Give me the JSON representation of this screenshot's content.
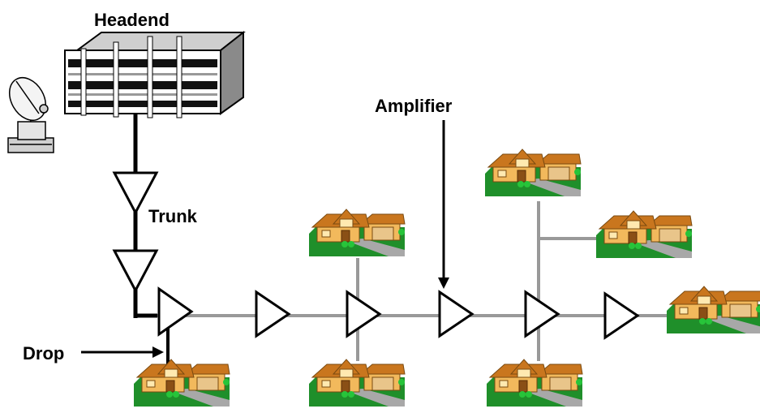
{
  "labels": {
    "headend": "Headend",
    "trunk": "Trunk",
    "amplifier": "Amplifier",
    "drop": "Drop"
  },
  "colors": {
    "trunk_line": "#000000",
    "distribution_line": "#999999",
    "roof": "#c9761e",
    "wall": "#f2b95c",
    "lawn": "#1f8f2a",
    "walkway": "#a8a8a8"
  },
  "icons": {
    "headend": "headend-building-icon",
    "dish": "satellite-dish-icon",
    "amplifier": "amplifier-triangle-icon",
    "house": "house-icon"
  }
}
